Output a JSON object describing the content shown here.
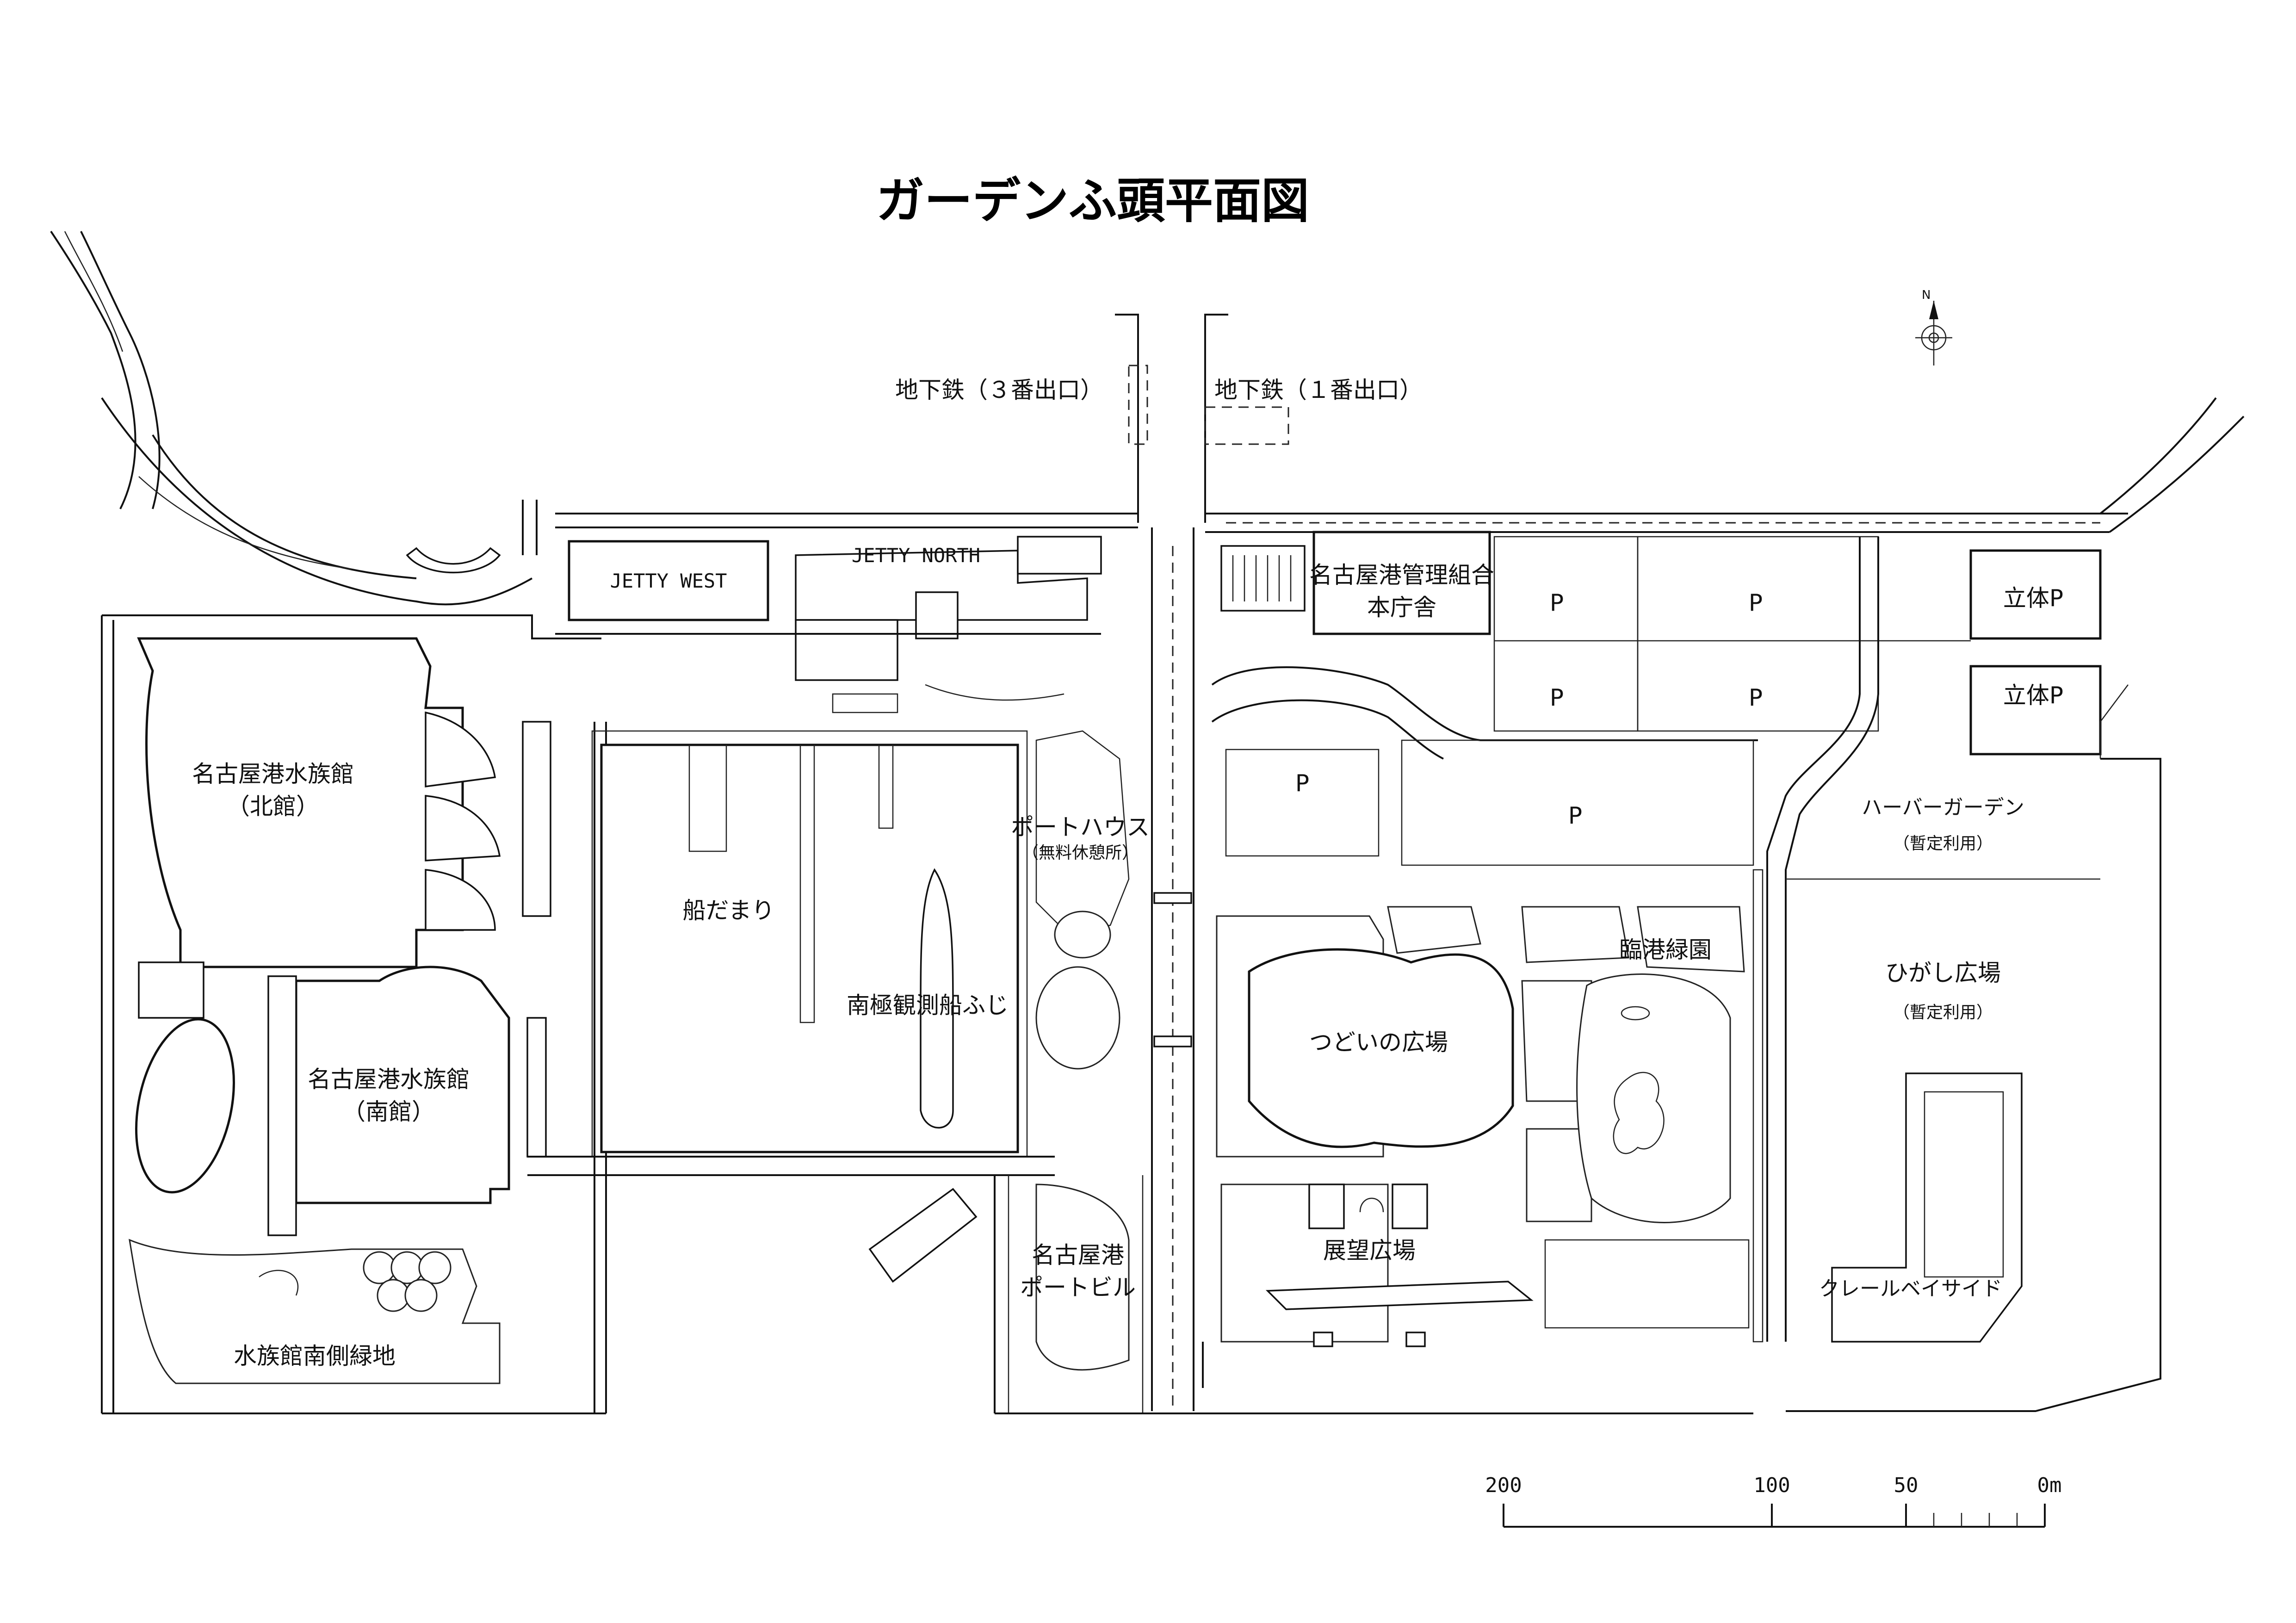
{
  "title": "ガーデンふ頭平面図",
  "labels": {
    "subway_3": "地下鉄（３番出口）",
    "subway_1": "地下鉄（１番出口）",
    "jetty_west": "JETTY WEST",
    "jetty_north": "JETTY NORTH",
    "port_authority_1": "名古屋港管理組合",
    "port_authority_2": "本庁舎",
    "parking": "P",
    "multistory_parking": "立体P",
    "aquarium_north_1": "名古屋港水族館",
    "aquarium_north_2": "（北館）",
    "aquarium_south_1": "名古屋港水族館",
    "aquarium_south_2": "（南館）",
    "aquarium_green": "水族館南側緑地",
    "boat_basin": "船だまり",
    "fuji_ship": "南極観測船ふじ",
    "port_house_1": "ポートハウス",
    "port_house_2": "（無料休憩所）",
    "port_building_1": "名古屋港",
    "port_building_2": "ポートビル",
    "tsudoi_plaza": "つどいの広場",
    "observation_plaza": "展望広場",
    "rinko_garden": "臨港緑園",
    "harbor_garden": "ハーバーガーデン",
    "harbor_garden_note": "（暫定利用）",
    "higashi_plaza": "ひがし広場",
    "higashi_plaza_note": "（暫定利用）",
    "crane_beside": "クレールベイサイド"
  },
  "scale_bar": {
    "labels": [
      "200",
      "100",
      "50",
      "0m"
    ],
    "values_m": [
      200,
      100,
      50,
      0
    ]
  },
  "compass": {
    "label": "N",
    "icon": "north-arrow-icon"
  },
  "colors": {
    "line": "#111111",
    "background": "#ffffff"
  }
}
